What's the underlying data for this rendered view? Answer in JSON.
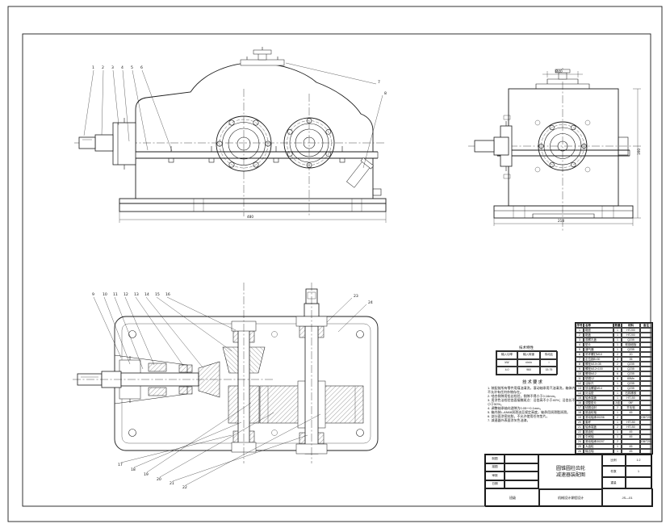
{
  "page": {
    "bg": "#ffffff",
    "line_color": "#1c1c1c"
  },
  "callouts": [
    "1",
    "2",
    "3",
    "4",
    "5",
    "6",
    "7",
    "8",
    "9",
    "10",
    "11",
    "12",
    "13",
    "14",
    "15",
    "16",
    "17",
    "18",
    "19",
    "20",
    "21",
    "22",
    "23",
    "24"
  ],
  "dims": {
    "front_bottom": "480",
    "side_top": "Ø40",
    "side_bottom": "218",
    "side_right": "160"
  },
  "char_table": {
    "caption": "技术特性",
    "headers": [
      "输入功率",
      "输入转速",
      "传动比"
    ],
    "units": [
      "kW",
      "r/min",
      "i"
    ],
    "values": [
      "4.0",
      "960",
      "15.75"
    ]
  },
  "tech_req": {
    "title": "技术要求",
    "items": [
      "1. 装配前所有零件用煤油清洗，滚动轴承用汽油清洗，箱体内不允许有任何杂物存在。",
      "2. 啮合侧隙用铅丝检验，侧隙不得小于0.16mm。",
      "3. 用涂色法检验齿面接触斑点：沿齿高不小于40%；沿齿长不小于50%。",
      "4. 调整轴承轴向游隙为0.05～0.1mm。",
      "5. 箱内装L-AN68润滑油至规定高度，轴承用润滑脂润滑。",
      "6. 剖分面涂密封胶，不允许使用任何垫片。",
      "7. 减速器外表面涂灰色油漆。"
    ]
  },
  "bom": {
    "headers": [
      "序号",
      "名称",
      "数量",
      "材料",
      "备注"
    ],
    "rows": [
      [
        "1",
        "箱座",
        "1",
        "HT200",
        ""
      ],
      [
        "2",
        "箱盖",
        "1",
        "HT200",
        ""
      ],
      [
        "3",
        "观察孔盖",
        "1",
        "Q235",
        ""
      ],
      [
        "4",
        "垫片",
        "1",
        "软钢纸板",
        ""
      ],
      [
        "5",
        "通气器",
        "1",
        "Q235",
        ""
      ],
      [
        "6",
        "吊环螺钉M10",
        "2",
        "20",
        ""
      ],
      [
        "7",
        "定位销8×30",
        "2",
        "35",
        ""
      ],
      [
        "8",
        "螺栓M10×35",
        "2",
        "Q235",
        ""
      ],
      [
        "9",
        "螺栓M12×100",
        "6",
        "Q235",
        ""
      ],
      [
        "10",
        "螺母M12",
        "6",
        "Q235",
        ""
      ],
      [
        "11",
        "垫圈12",
        "6",
        "65Mn",
        ""
      ],
      [
        "12",
        "油标尺",
        "1",
        "Q235",
        ""
      ],
      [
        "13",
        "放油螺塞M14",
        "1",
        "Q235",
        ""
      ],
      [
        "14",
        "封油垫",
        "1",
        "石棉橡胶",
        ""
      ],
      [
        "15",
        "轴承端盖",
        "1",
        "HT150",
        ""
      ],
      [
        "16",
        "调整垫片",
        "2组",
        "08F",
        ""
      ],
      [
        "17",
        "毡圈油封",
        "2",
        "羊毛毡",
        ""
      ],
      [
        "18",
        "锥齿轮轴",
        "1",
        "45",
        ""
      ],
      [
        "19",
        "滚动轴承30206",
        "2",
        "",
        "GB/T297"
      ],
      [
        "20",
        "套杯",
        "1",
        "HT150",
        ""
      ],
      [
        "21",
        "轴承端盖",
        "2",
        "HT150",
        ""
      ],
      [
        "22",
        "锥齿轮",
        "1",
        "45",
        ""
      ],
      [
        "23",
        "中间轴",
        "1",
        "45",
        ""
      ],
      [
        "24",
        "滚动轴承30207",
        "2",
        "",
        "GB/T297"
      ],
      [
        "25",
        "大齿轮",
        "1",
        "45",
        ""
      ],
      [
        "26",
        "输出轴",
        "1",
        "45",
        ""
      ]
    ]
  },
  "title_block": {
    "name_line1": "圆锥圆柱齿轮",
    "name_line2": "减速器装配图",
    "left_rows": [
      [
        "制图",
        ""
      ],
      [
        "描图",
        ""
      ],
      [
        "审核",
        ""
      ],
      [
        "日期",
        ""
      ]
    ],
    "right_rows": [
      [
        "比例",
        "1:2"
      ],
      [
        "件数",
        "1"
      ],
      [
        "重量",
        ""
      ]
    ],
    "bottom_left": "班级",
    "bottom_mid": "机械设计课程设计",
    "bottom_right": "JS—01"
  }
}
